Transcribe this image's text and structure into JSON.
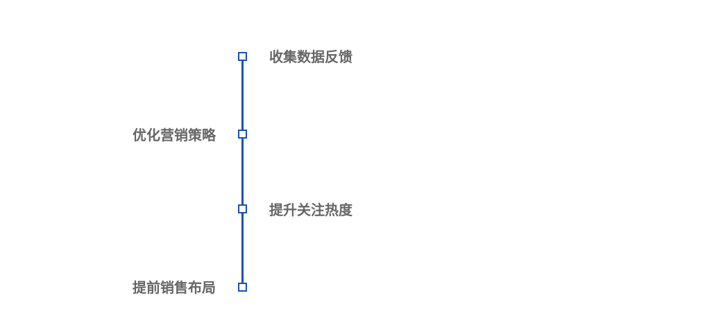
{
  "timeline": {
    "items": [
      {
        "label": "收集数据反馈",
        "side": "right"
      },
      {
        "label": "优化营销策略",
        "side": "left"
      },
      {
        "label": "提升关注热度",
        "side": "right"
      },
      {
        "label": "提前销售布局",
        "side": "left"
      }
    ]
  },
  "colors": {
    "line": "#1a4fb5",
    "text": "#666666"
  }
}
